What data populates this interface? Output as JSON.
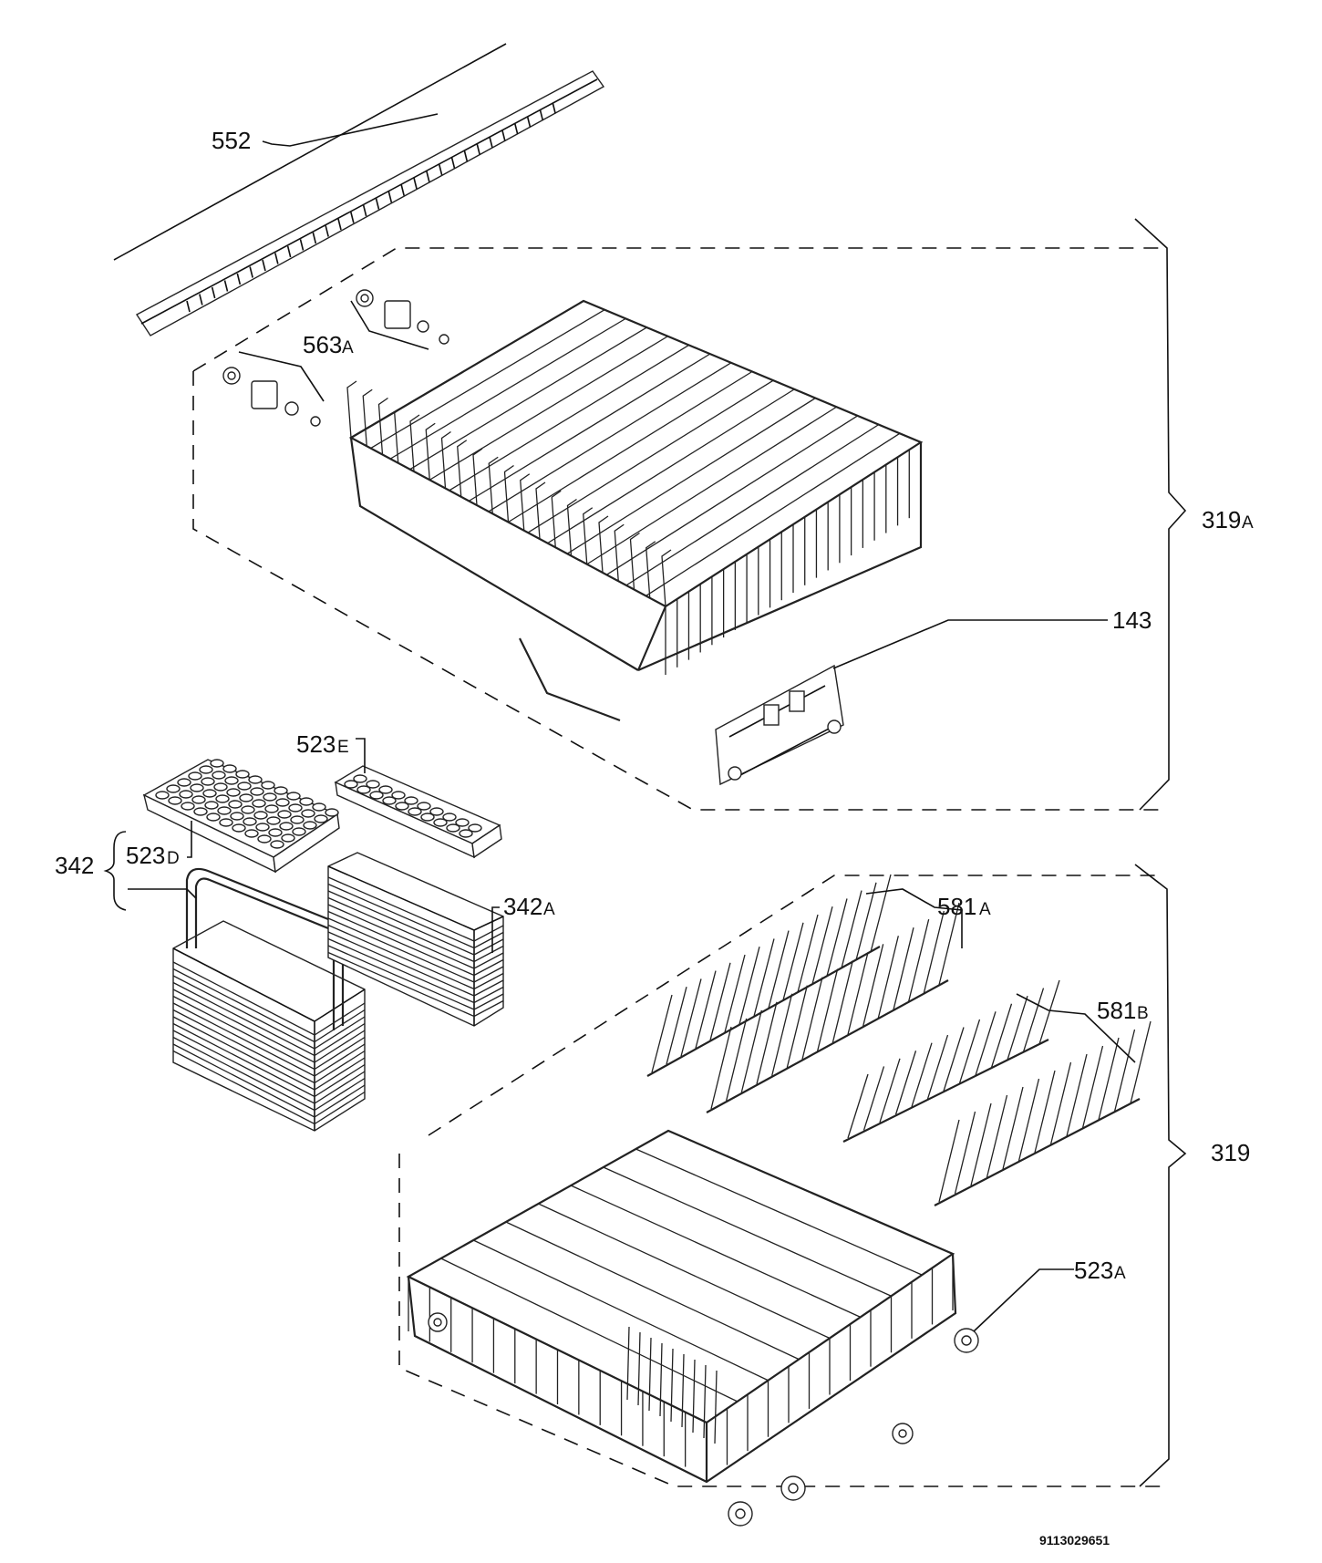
{
  "labels": {
    "p552": "552",
    "p563": {
      "num": "563",
      "suffix": "A"
    },
    "p319a": {
      "num": "319",
      "suffix": "A"
    },
    "p143": "143",
    "p523e": {
      "num": "523",
      "suffix": "E"
    },
    "p342": "342",
    "p523d": {
      "num": "523",
      "suffix": "D"
    },
    "p342a": {
      "num": "342",
      "suffix": "A"
    },
    "p581a": {
      "num": "581",
      "suffix": "A"
    },
    "p581b": {
      "num": "581",
      "suffix": "B"
    },
    "p319": "319",
    "p523a": {
      "num": "523",
      "suffix": "A"
    }
  },
  "drawing_number": "9113029651"
}
